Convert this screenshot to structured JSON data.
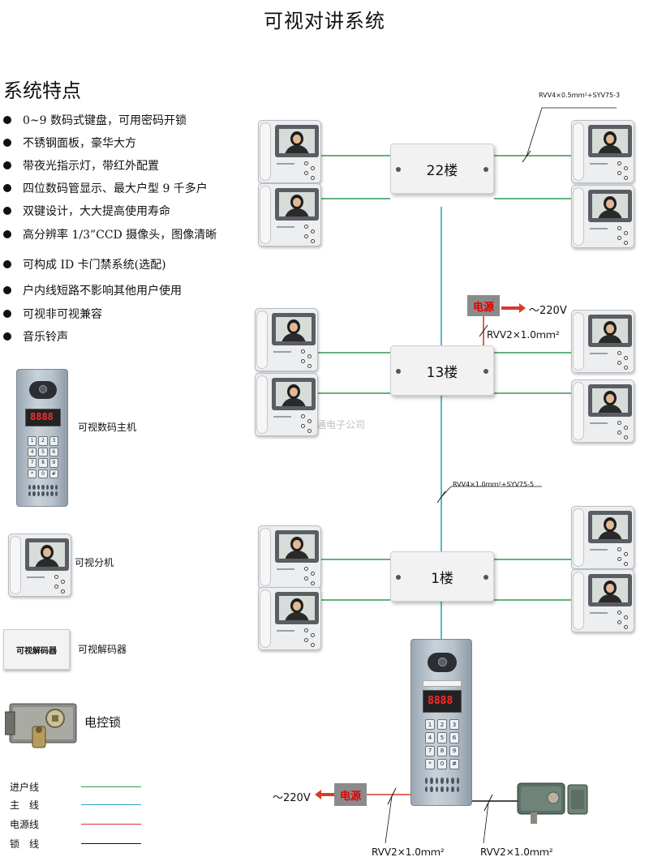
{
  "title": "可视对讲系统",
  "features_heading": "系统特点",
  "features": [
    "0~9 数码式键盘，可用密码开锁",
    "不锈钢面板，豪华大方",
    "带夜光指示灯，带红外配置",
    "四位数码管显示、最大户型 9 千多户",
    "双键设计，大大提高使用寿命",
    "高分辨率 1/3”CCD 摄像头，图像清晰",
    "可构成 ID 卡门禁系统(选配)",
    "户内线短路不影响其他用户使用",
    "可视非可视兼容",
    "音乐铃声"
  ],
  "equipment": {
    "main_unit_label": "可视数码主机",
    "indoor_unit_label": "可视分机",
    "decoder_label": "可视解码器",
    "decoder_box_text": "可视解码器",
    "lock_label": "电控锁",
    "panel_display": "8888"
  },
  "legend": [
    {
      "label": "进户线",
      "color": "#2e9b4f"
    },
    {
      "label": "主　线",
      "color": "#2aa6c4"
    },
    {
      "label": "电源线",
      "color": "#d83a2a"
    },
    {
      "label": "锁　线",
      "color": "#111111"
    }
  ],
  "floors": [
    {
      "label": "22楼"
    },
    {
      "label": "13楼"
    },
    {
      "label": "1楼"
    }
  ],
  "cables": {
    "top": "RVV4×0.5ｍｍ²+SYV75-3",
    "middle": "RVV4×1.0ｍｍ²+SYV75-5",
    "power_13": "RVV2×1.0ｍｍ²",
    "power_bottom": "RVV2×1.0ｍｍ²",
    "lock": "RVV2×1.0ｍｍ²"
  },
  "power": {
    "label": "电源",
    "voltage": "～220V"
  },
  "watermark": "深圳市佳视通电子公司"
}
